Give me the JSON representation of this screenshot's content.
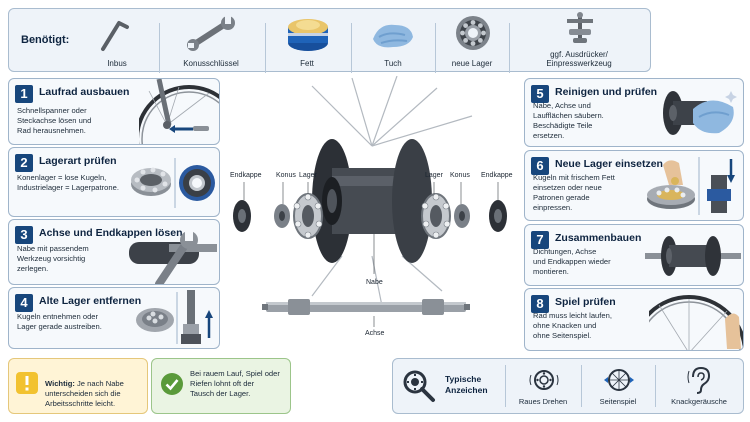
{
  "tools": {
    "heading": "Benötigt:",
    "items": [
      {
        "label": "Inbus",
        "icon": "allen-key-icon"
      },
      {
        "label": "Konusschlüssel",
        "icon": "cone-wrench-icon"
      },
      {
        "label": "Fett",
        "icon": "grease-tin-icon"
      },
      {
        "label": "Tuch",
        "icon": "cloth-icon"
      },
      {
        "label": "neue Lager",
        "icon": "bearing-icon"
      },
      {
        "label": "ggf. Ausdrücker/\nEinpresswerkzeug",
        "icon": "press-tool-icon"
      }
    ]
  },
  "steps": [
    {
      "num": "1",
      "title": "Laufrad ausbauen",
      "text": "Schnellspanner oder\nSteckachse lösen und\nRad herausnehmen."
    },
    {
      "num": "2",
      "title": "Lagerart prüfen",
      "text": "Konenlager = lose Kugeln,\nIndustrielager = Lagerpatrone."
    },
    {
      "num": "3",
      "title": "Achse und Endkappen lösen",
      "text": "Nabe mit passendem\nWerkzeug vorsichtig\nzerlegen."
    },
    {
      "num": "4",
      "title": "Alte Lager entfernen",
      "text": "Kugeln entnehmen oder\nLager gerade austreiben."
    },
    {
      "num": "5",
      "title": "Reinigen und prüfen",
      "text": "Nabe, Achse und\nLaufflächen säubern.\nBeschädigte Teile\nersetzen."
    },
    {
      "num": "6",
      "title": "Neue Lager einsetzen",
      "text": "Kugeln mit frischem Fett\neinsetzen oder neue\nPatronen gerade\neinpressen."
    },
    {
      "num": "7",
      "title": "Zusammenbauen",
      "text": "Dichtungen, Achse\nund Endkappen wieder\nmontieren."
    },
    {
      "num": "8",
      "title": "Spiel prüfen",
      "text": "Rad muss leicht laufen,\nohne Knacken und\nohne Seitenspiel."
    }
  ],
  "center": {
    "parts_left": [
      "Endkappe",
      "Konus",
      "Lager"
    ],
    "parts_right": [
      "Lager",
      "Konus",
      "Endkappe"
    ],
    "hub_label": "Nabe",
    "axle_label": "Achse"
  },
  "notes": {
    "warning_bold": "Wichtig:",
    "warning_text": " Je nach Nabe\nunterscheiden sich die\nArbeitsschritte leicht.",
    "tip_text": "Bei rauem Lauf, Spiel oder\nRiefen lohnt oft der\nTausch der Lager."
  },
  "symptoms": {
    "heading": "Typische\nAnzeichen",
    "items": [
      {
        "label": "Raues Drehen",
        "icon": "bearing-noise-icon"
      },
      {
        "label": "Seitenspiel",
        "icon": "wheel-play-icon"
      },
      {
        "label": "Knackgeräusche",
        "icon": "ear-icon"
      }
    ]
  },
  "colors": {
    "accent": "#17467c",
    "panel": "#eef3f9",
    "border": "#9fb4ca",
    "warning": "#fff4d6",
    "tip": "#eaf4e3"
  }
}
